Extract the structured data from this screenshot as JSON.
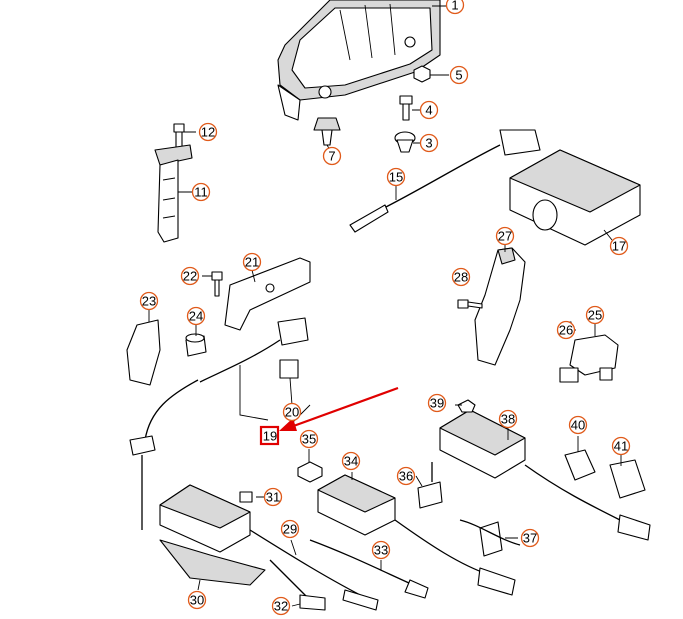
{
  "diagram": {
    "callouts": [
      "1",
      "3",
      "4",
      "5",
      "7",
      "11",
      "12",
      "15",
      "17",
      "19",
      "20",
      "21",
      "22",
      "23",
      "24",
      "25",
      "26",
      "27",
      "28",
      "29",
      "30",
      "31",
      "32",
      "33",
      "34",
      "35",
      "36",
      "37",
      "38",
      "39",
      "40",
      "41"
    ],
    "highlighted_callout": "19",
    "annotation_color": "#e00000",
    "callout_border_color": "#e05a1a"
  }
}
